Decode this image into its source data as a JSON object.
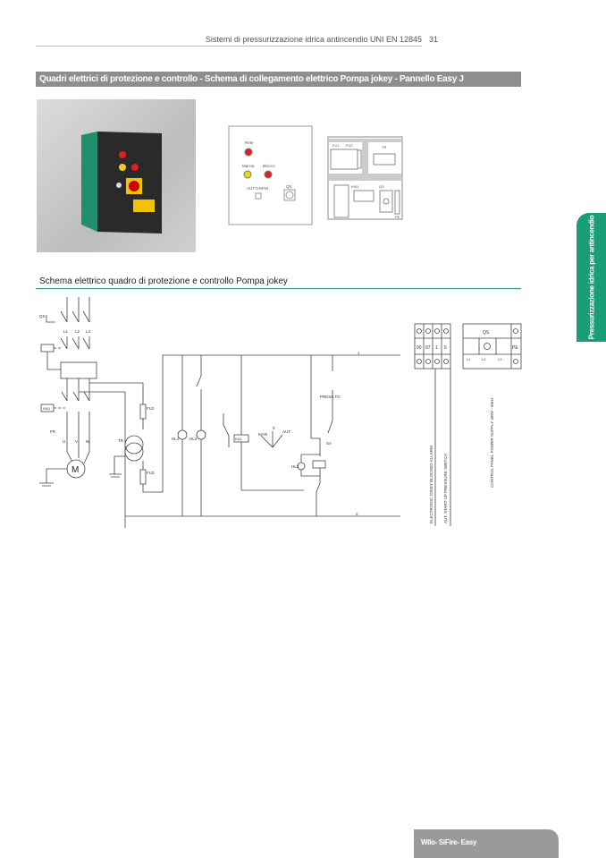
{
  "header": {
    "title": "Sistemi di pressurizzazione idrica antincendio UNI EN 12845",
    "page_number": "31"
  },
  "title_bar": "Quadri elettrici di protezione e controllo - Schema di collegamento elettrico Pompa jokey - Pannello Easy J",
  "front_panel": {
    "labels": [
      "Rete",
      "Marcia",
      "Blocco",
      "AUT-0-MAN",
      "QS"
    ]
  },
  "internal_panel": {
    "labels": [
      "FU1",
      "FU2",
      "TR",
      "KM1",
      "QS",
      "PE"
    ]
  },
  "section_heading": "Schema elettrico quadro di protezione e controllo Pompa jokey",
  "schematic": {
    "labels": [
      "QS",
      "L1",
      "L2",
      "L3",
      "FR",
      "KM1",
      "U",
      "V",
      "W",
      "M",
      "TR",
      "FU2",
      "FU3",
      "HL1",
      "HL2",
      "KA1",
      "PRESS.TO",
      "SA",
      "MAN",
      "AUT",
      "0",
      "HL3",
      "1",
      "2"
    ],
    "terminals": [
      "90",
      "97",
      "1",
      "5"
    ],
    "qs_box": [
      "QS",
      "PE",
      "L1",
      "L2",
      "L3"
    ],
    "captions": [
      "ELECTRONIC JOKEY BLOCKED ALLARM",
      "AUT. START-UP PRESSURE SWITCH",
      "CONTROL PANEL POWER SUPPLY 400V - 50Hz"
    ]
  },
  "side_tab": "Pressurizzazione idrica per antincendio",
  "footer": "Wilo- SiFire- Easy",
  "colors": {
    "accent": "#1a9e78",
    "title_bar": "#8e8e8e",
    "header_rule": "#d9c65a",
    "section_rule": "#2a9d8f"
  }
}
